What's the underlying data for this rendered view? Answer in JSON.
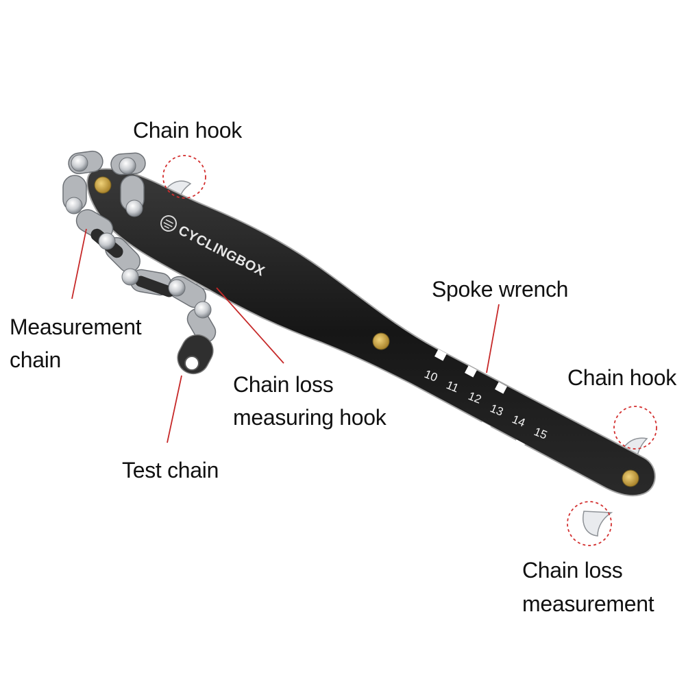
{
  "product": {
    "brand": "CYCLINGBOX",
    "wrench_sizes": [
      "10",
      "11",
      "12",
      "13",
      "14",
      "15"
    ]
  },
  "labels": {
    "chain_hook_top": "Chain hook",
    "spoke_wrench": "Spoke wrench",
    "chain_hook_right": "Chain hook",
    "measurement_chain": [
      "Measurement",
      "chain"
    ],
    "chain_loss_hook": [
      "Chain loss",
      "measuring hook"
    ],
    "test_chain": "Test chain",
    "chain_loss_measurement": [
      "Chain loss",
      "measurement"
    ]
  },
  "colors": {
    "tool_body": "#1e1e1e",
    "tool_edge": "#9a9a9a",
    "rivet": "#c9a445",
    "chain_plate": "#b9bbbe",
    "leader_line": "#c62828"
  }
}
